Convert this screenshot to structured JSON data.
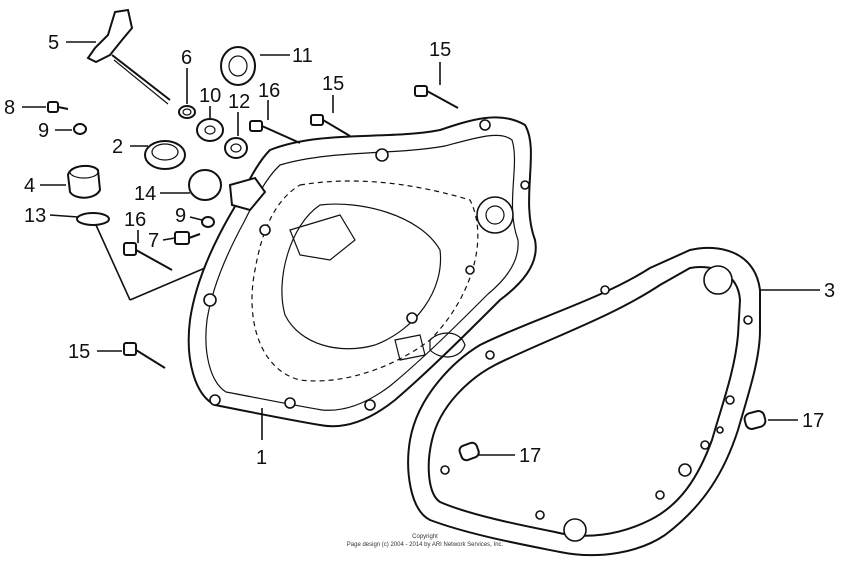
{
  "callouts": [
    {
      "id": "c5",
      "label": "5"
    },
    {
      "id": "c6",
      "label": "6"
    },
    {
      "id": "c11",
      "label": "11"
    },
    {
      "id": "c15a",
      "label": "15"
    },
    {
      "id": "c15b",
      "label": "15"
    },
    {
      "id": "c8",
      "label": "8"
    },
    {
      "id": "c10",
      "label": "10"
    },
    {
      "id": "c12",
      "label": "12"
    },
    {
      "id": "c16a",
      "label": "16"
    },
    {
      "id": "c9a",
      "label": "9"
    },
    {
      "id": "c2",
      "label": "2"
    },
    {
      "id": "c4",
      "label": "4"
    },
    {
      "id": "c14",
      "label": "14"
    },
    {
      "id": "c9b",
      "label": "9"
    },
    {
      "id": "c13",
      "label": "13"
    },
    {
      "id": "c16b",
      "label": "16"
    },
    {
      "id": "c7",
      "label": "7"
    },
    {
      "id": "c3",
      "label": "3"
    },
    {
      "id": "c15c",
      "label": "15"
    },
    {
      "id": "c17a",
      "label": "17"
    },
    {
      "id": "c17b",
      "label": "17"
    },
    {
      "id": "c1",
      "label": "1"
    }
  ],
  "copyright": {
    "line1": "Copyright",
    "line2": "Page design (c) 2004 - 2014 by ARI Network Services, Inc."
  }
}
